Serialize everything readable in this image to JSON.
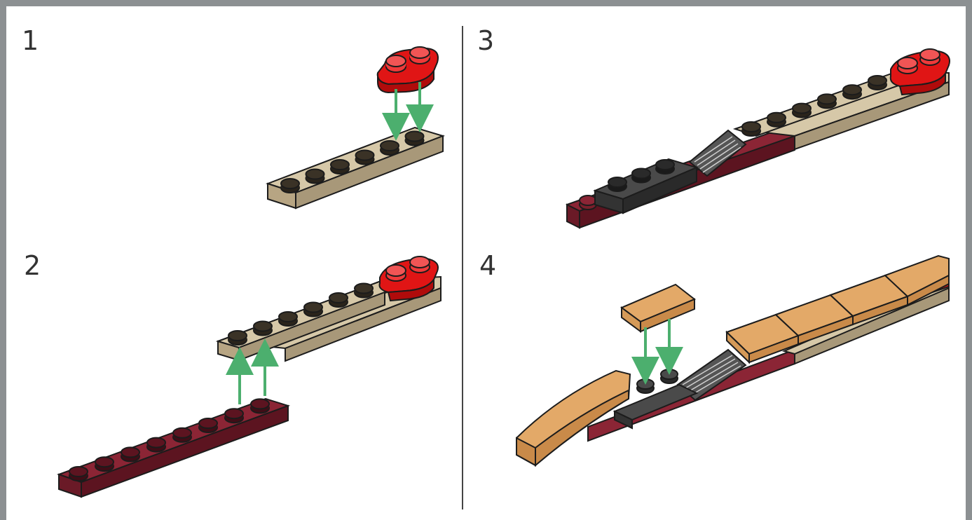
{
  "steps": [
    {
      "number": "1"
    },
    {
      "number": "2"
    },
    {
      "number": "3"
    },
    {
      "number": "4"
    }
  ],
  "colors": {
    "tan": "#c9b99a",
    "tan_dark": "#a89879",
    "dark_red": "#7a1f2b",
    "dark_red_shade": "#5c1420",
    "bright_red": "#e01515",
    "bright_red_shade": "#b00b0b",
    "dark_grey": "#3d3d3d",
    "light_grey": "#6e6e6e",
    "medium_nougat": "#e3a968",
    "nougat_shade": "#c98a49",
    "arrow_green": "#4caf6e",
    "outline": "#1c1c1c"
  }
}
